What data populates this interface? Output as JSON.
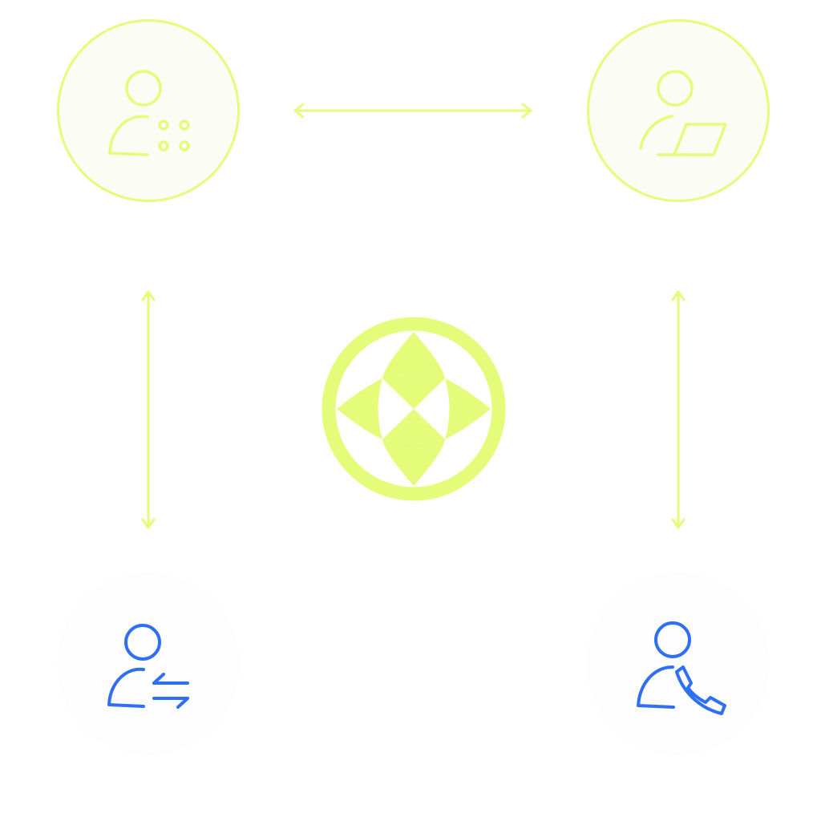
{
  "colors": {
    "accent": "#e5fb7a",
    "accent_fill": "#fbfdf5",
    "blue": "#2f6ff2",
    "node_plain_fill": "#fdfdfd"
  },
  "nodes": {
    "top_left": {
      "icon": "user-grid-icon",
      "label": ""
    },
    "top_right": {
      "icon": "user-laptop-icon",
      "label": ""
    },
    "bottom_left": {
      "icon": "user-transfer-icon",
      "label": ""
    },
    "bottom_right": {
      "icon": "user-phone-icon",
      "label": ""
    }
  },
  "center": {
    "icon": "compass-star-icon"
  },
  "connectors": {
    "top": "double-arrow-horizontal",
    "left": "double-arrow-vertical",
    "right": "double-arrow-vertical"
  }
}
